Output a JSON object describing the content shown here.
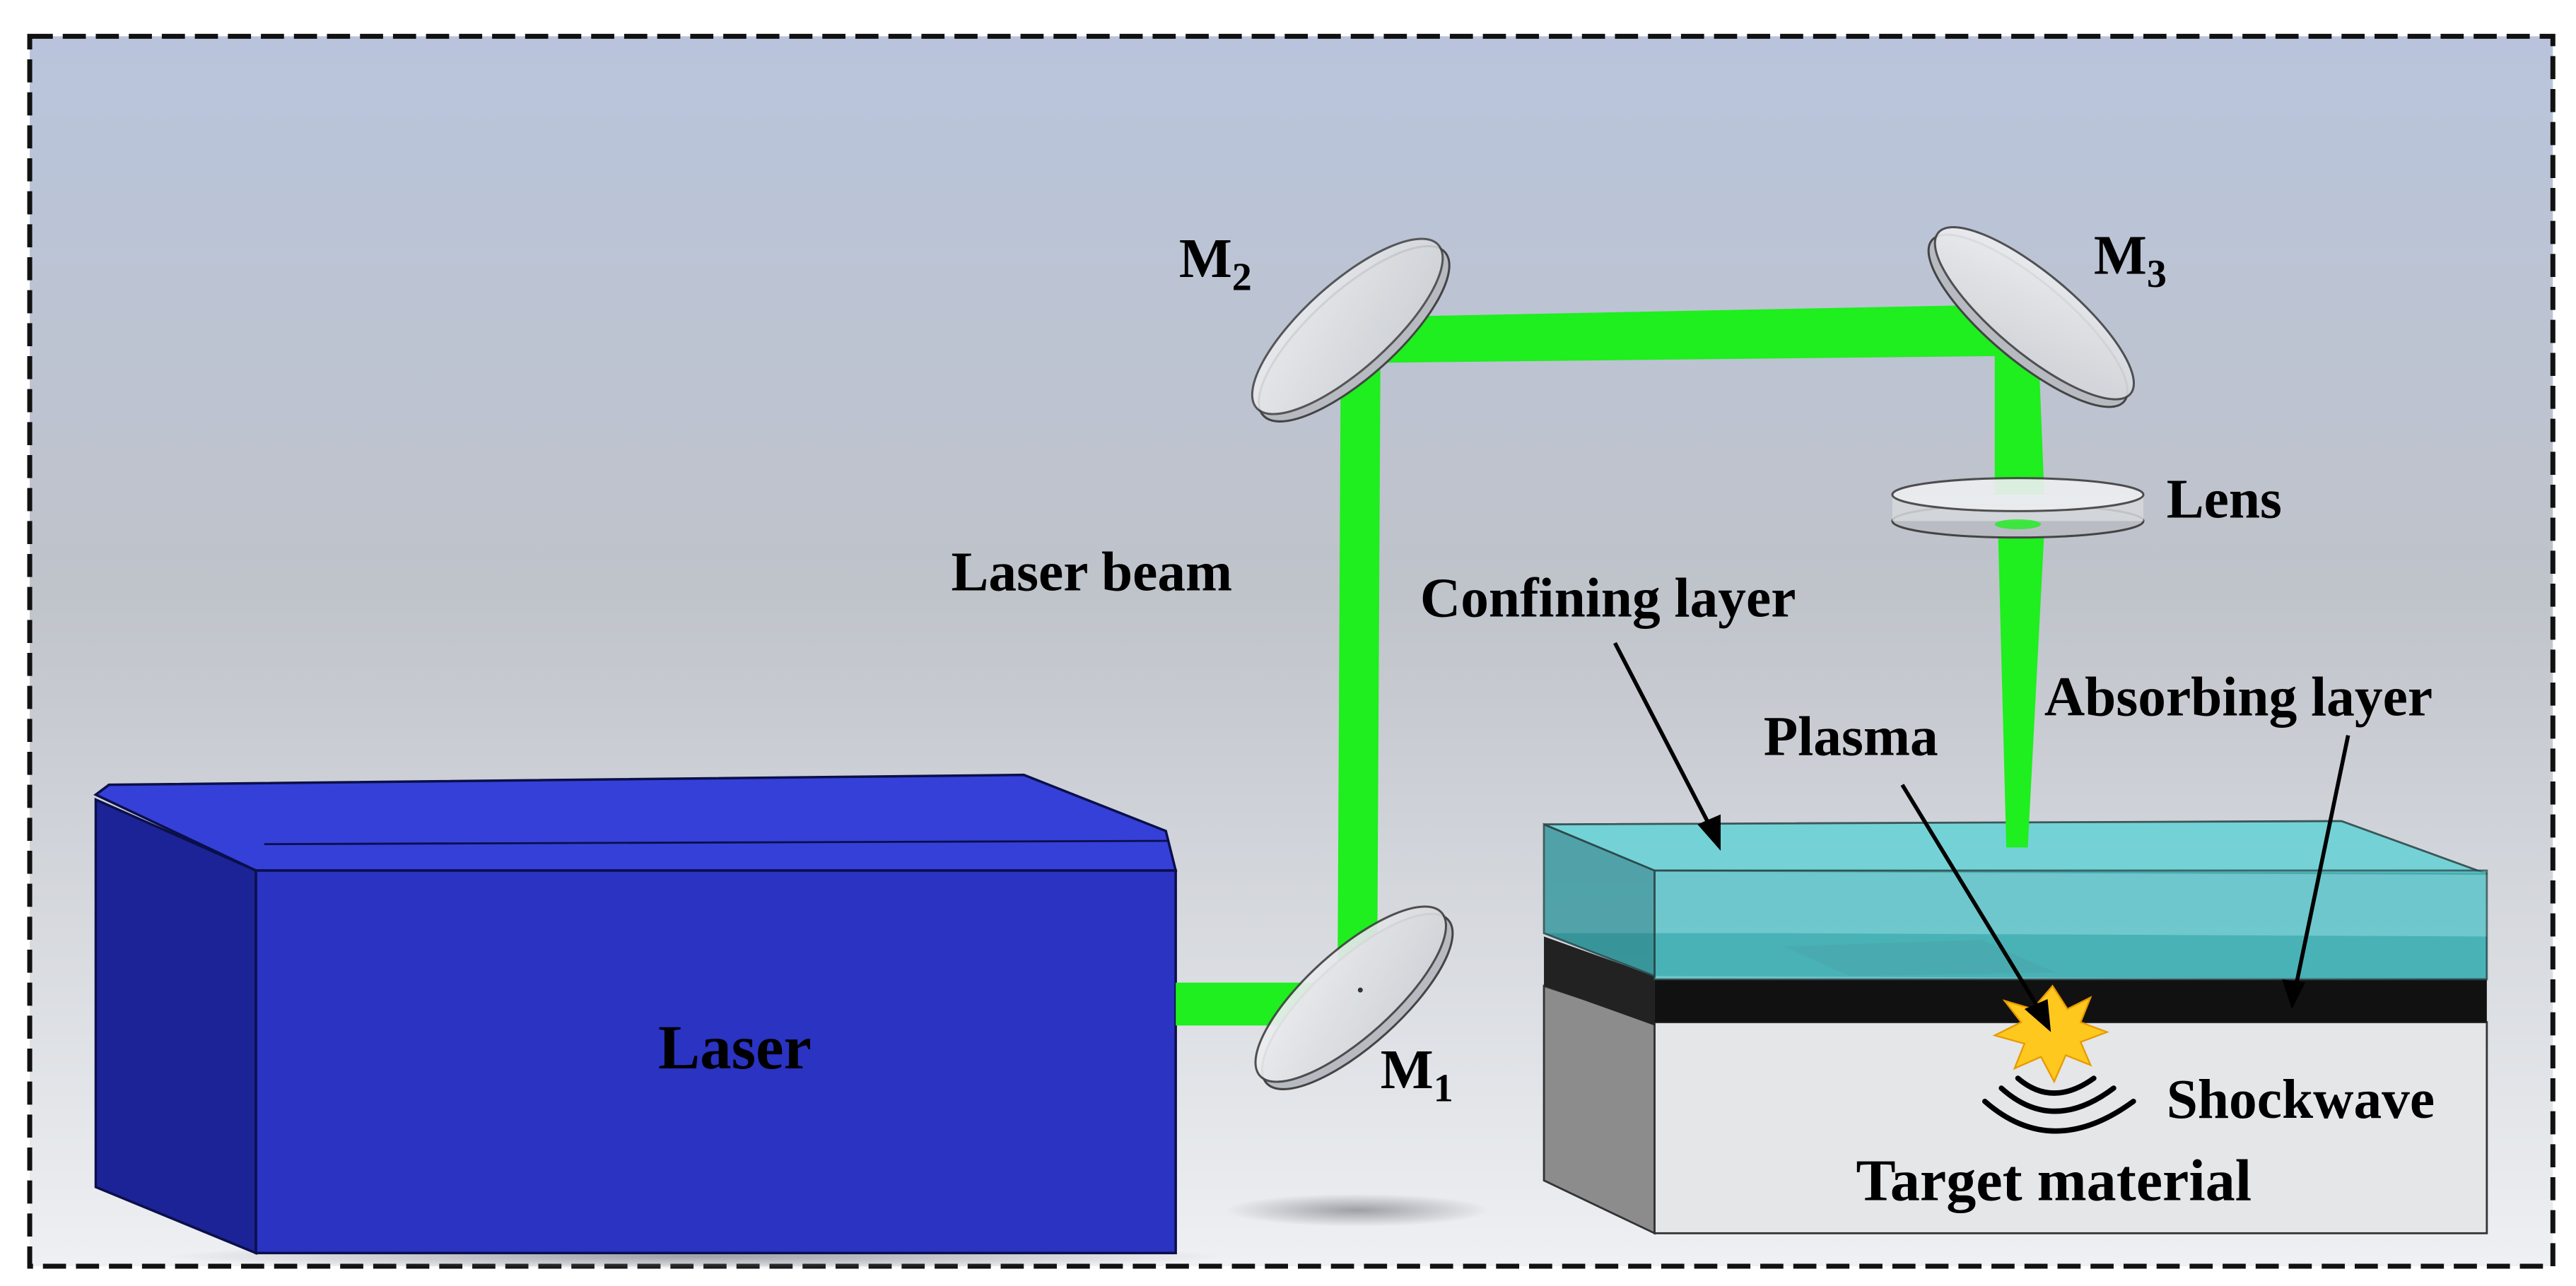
{
  "labels": {
    "laser": "Laser",
    "laser_beam": "Laser beam",
    "confining_layer": "Confining layer",
    "absorbing_layer": "Absorbing layer",
    "plasma": "Plasma",
    "shockwave": "Shockwave",
    "target_material": "Target material",
    "lens": "Lens",
    "mirrors": [
      {
        "letter": "M",
        "sub": "1"
      },
      {
        "letter": "M",
        "sub": "2"
      },
      {
        "letter": "M",
        "sub": "3"
      }
    ]
  },
  "colors": {
    "beam": "#1fee1f",
    "laser_body": "#2a33c2",
    "laser_top": "#3440d8",
    "laser_side": "#1b2396",
    "confining": "#52c3c8",
    "absorbing": "#111111",
    "target": "#e4e6e8",
    "target_side": "#8c8c8c",
    "plasma": "#ffc81e"
  }
}
